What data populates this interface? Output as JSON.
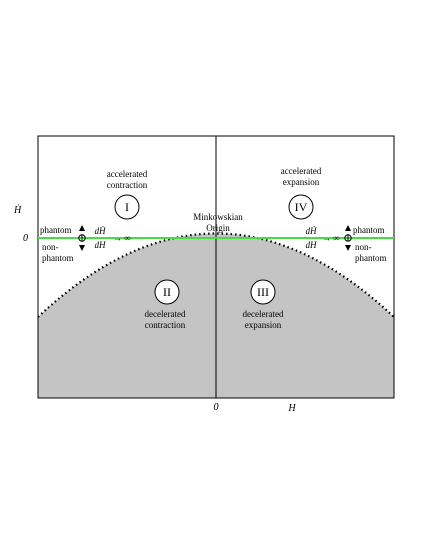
{
  "axes": {
    "y_label": "Ḣ",
    "y_zero": "0",
    "x_label": "H",
    "x_zero": "0"
  },
  "regions": [
    {
      "numeral": "I",
      "text": [
        "accelerated",
        "contraction"
      ]
    },
    {
      "numeral": "II",
      "text": [
        "decelerated",
        "contraction"
      ]
    },
    {
      "numeral": "III",
      "text": [
        "decelerated",
        "expansion"
      ]
    },
    {
      "numeral": "IV",
      "text": [
        "accelerated",
        "expansion"
      ]
    }
  ],
  "origin_label": [
    "Minkowskian",
    "Origin"
  ],
  "left_annotation": {
    "phantom": "phantom",
    "non_phantom": [
      "non-",
      "phantom"
    ],
    "derivative_num": "dḢ",
    "derivative_den": "dH",
    "arrow_target": "∞"
  },
  "right_annotation": {
    "phantom": "phantom",
    "non_phantom": [
      "non-",
      "phantom"
    ],
    "derivative_num": "dḢ",
    "derivative_den": "dH",
    "arrow_target": "∞"
  },
  "colors": {
    "shaded_region": "#c4c4c4",
    "phantom_divide_line": "#44dd44",
    "frame": "#000000"
  }
}
